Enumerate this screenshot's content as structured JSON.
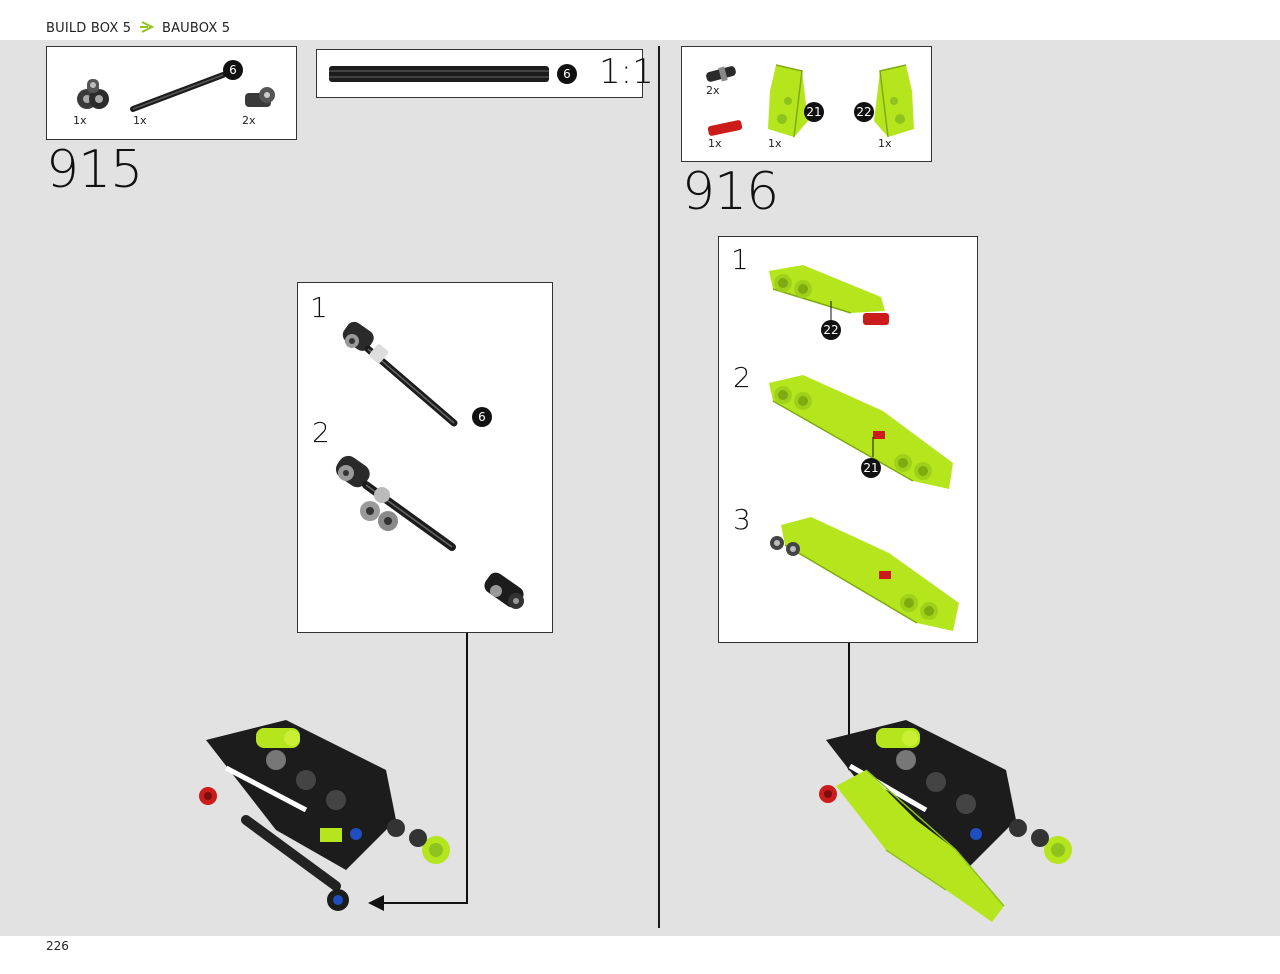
{
  "header": {
    "build_box": "BUILD BOX 5",
    "baubox": "BAUBOX 5"
  },
  "footer": {
    "page_number": "226"
  },
  "colors": {
    "lime": "#b5e61d",
    "black_part": "#1c1c1c",
    "red_part": "#cc1b1b",
    "background": "#e2e2e2"
  },
  "step915": {
    "number": "915",
    "parts": [
      {
        "qty": "1x"
      },
      {
        "qty": "1x",
        "badge": "6"
      },
      {
        "qty": "2x"
      }
    ],
    "axle_callout": {
      "badge": "6",
      "scale": "1:1"
    },
    "substeps": [
      {
        "label": "1",
        "badge": "6"
      },
      {
        "label": "2"
      }
    ]
  },
  "step916": {
    "number": "916",
    "parts": [
      {
        "qty": "2x"
      },
      {
        "qty": "1x"
      },
      {
        "qty": "1x",
        "badge": "21"
      },
      {
        "qty": "1x",
        "badge": "22"
      }
    ],
    "substeps": [
      {
        "label": "1",
        "badge": "22"
      },
      {
        "label": "2",
        "badge": "21"
      },
      {
        "label": "3"
      }
    ]
  }
}
